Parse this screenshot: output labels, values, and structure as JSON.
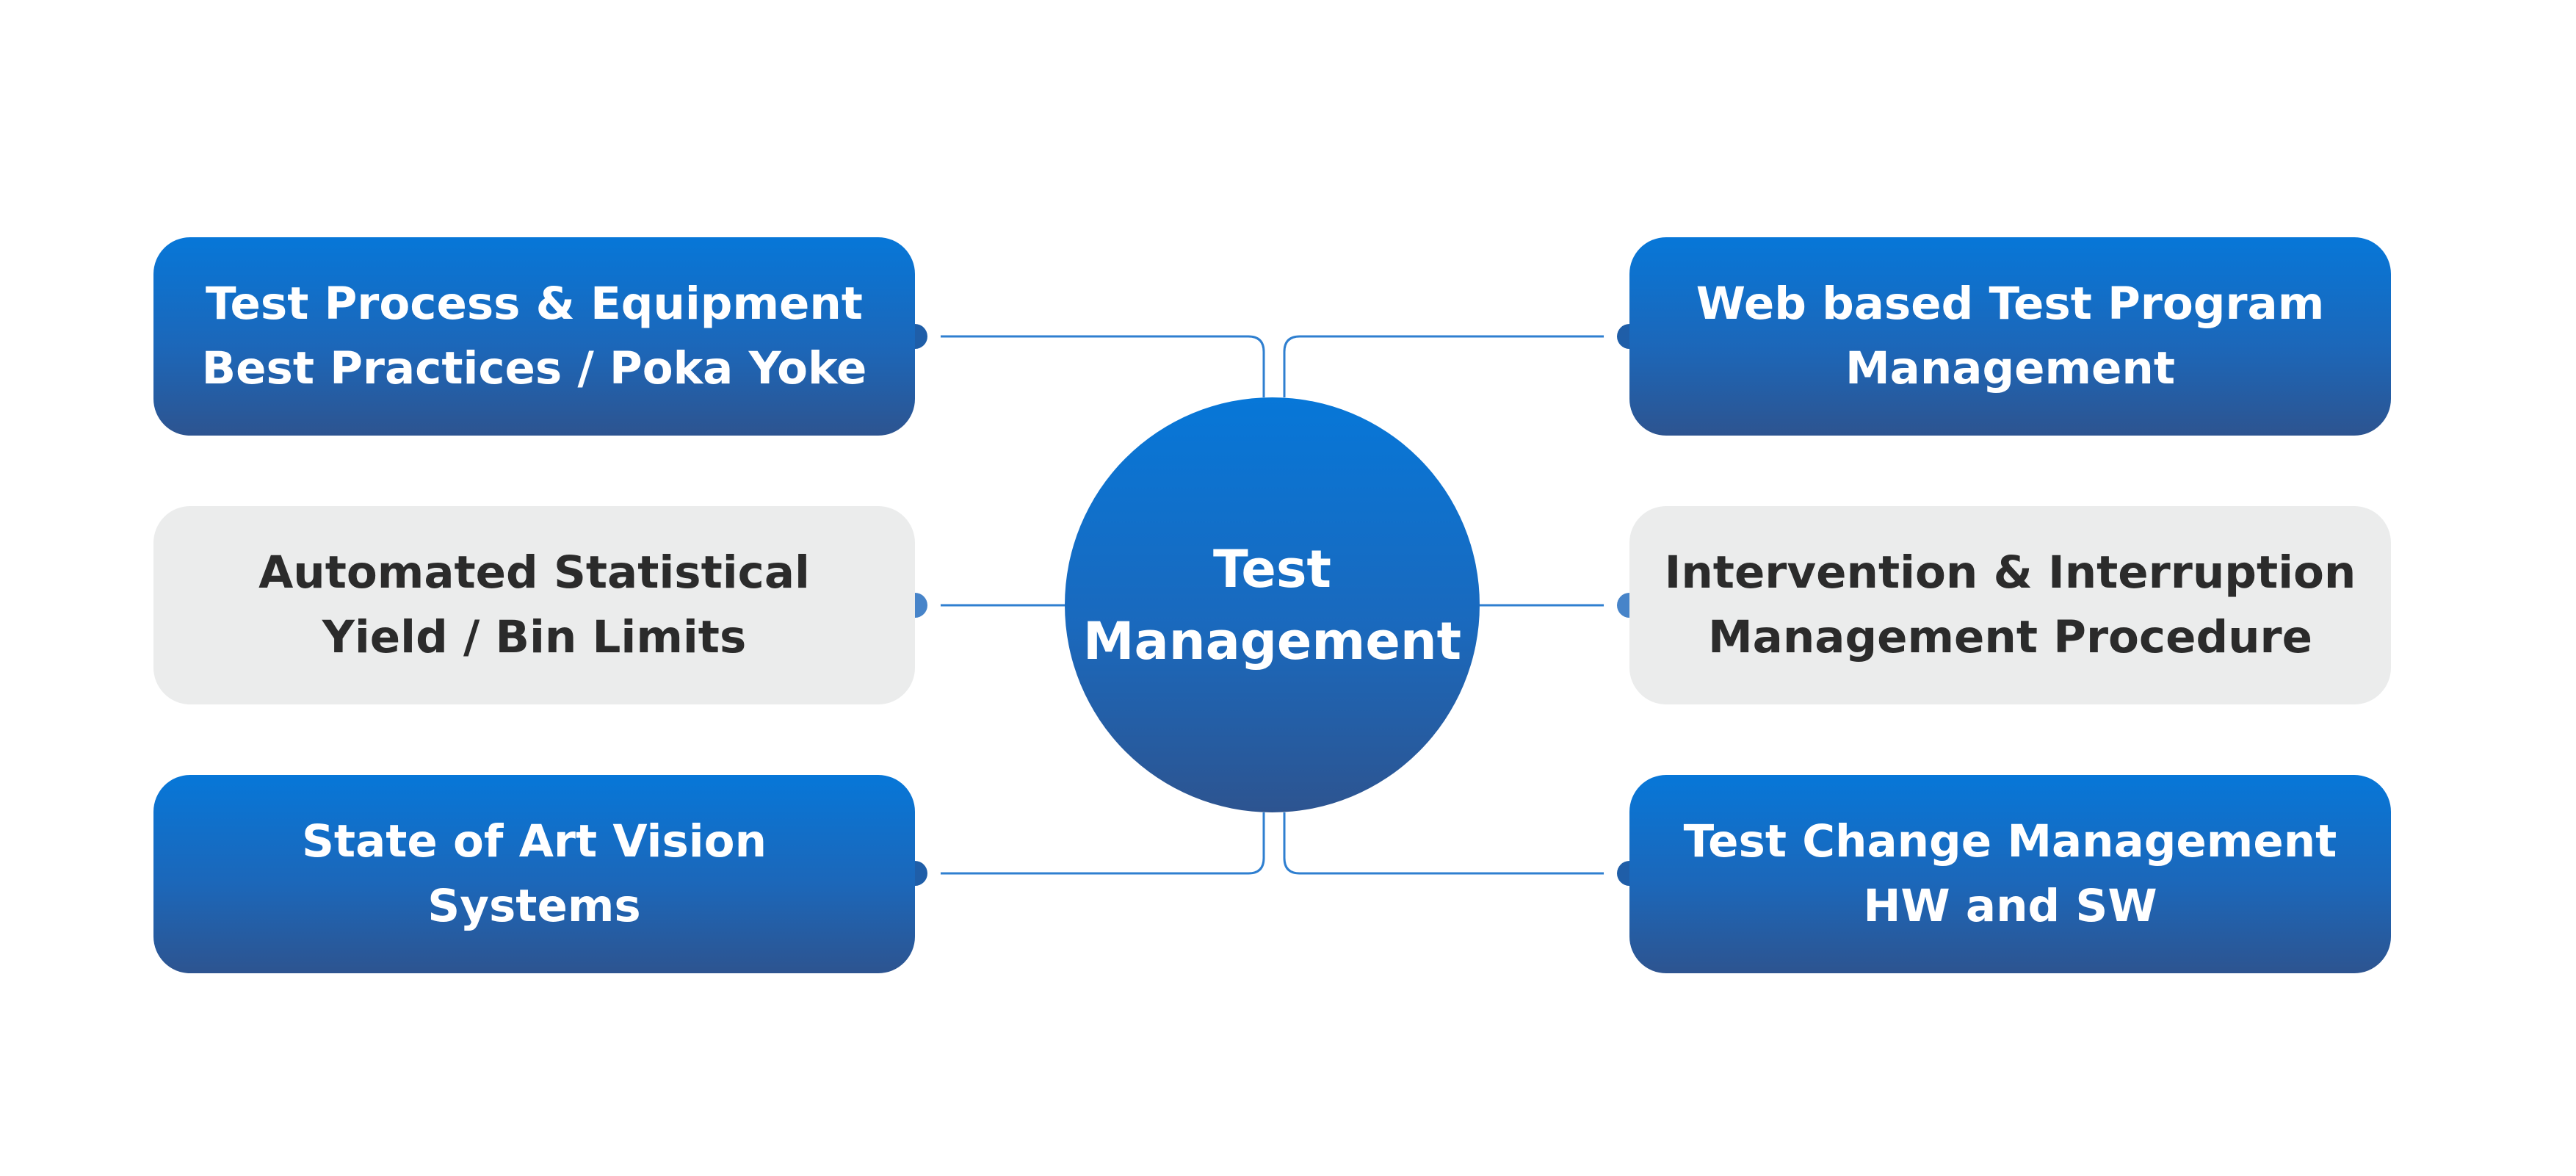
{
  "diagram": {
    "center": {
      "label": "Test\nManagement"
    },
    "nodes": [
      {
        "label": "Test Process & Equipment\nBest Practices / Poka Yoke",
        "style": "blue"
      },
      {
        "label": "Web based Test Program\nManagement",
        "style": "blue"
      },
      {
        "label": "Automated Statistical\nYield / Bin Limits",
        "style": "gray"
      },
      {
        "label": "Intervention & Interruption\nManagement Procedure",
        "style": "gray"
      },
      {
        "label": "State of Art Vision\nSystems",
        "style": "blue"
      },
      {
        "label": "Test Change Management\nHW and SW",
        "style": "blue"
      }
    ]
  },
  "colors": {
    "accent_blue": "#0777d8",
    "deep_blue": "#2d5490",
    "connector": "#2f7fd0",
    "dot_blue": "#1f5ea8",
    "dot_light": "#4784c9",
    "gray_box": "#ebecec",
    "dark_text": "#2b2b2b"
  }
}
